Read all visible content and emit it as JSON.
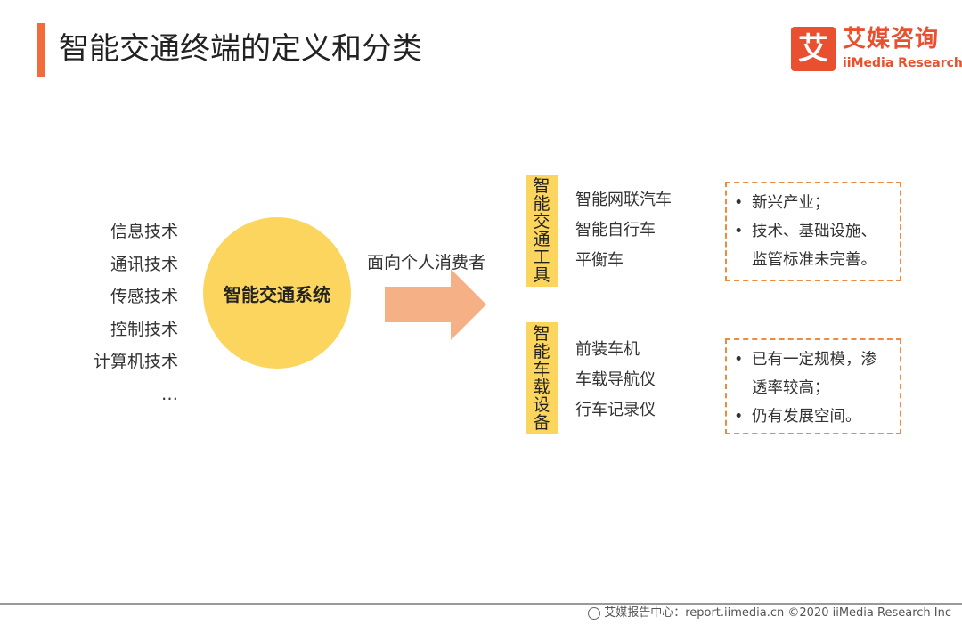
{
  "title": "智能交通终端的定义和分类",
  "logo": {
    "mark": "艾",
    "name_cn": "艾媒咨询",
    "name_en": "iiMedia Research"
  },
  "technologies": [
    "信息技术",
    "通讯技术",
    "传感技术",
    "控制技术",
    "计算机技术",
    "…"
  ],
  "center": "智能交通系统",
  "arrow_label": "面向个人消费者",
  "categories": [
    {
      "label": [
        "智",
        "能",
        "交",
        "通",
        "工",
        "具"
      ],
      "items": [
        "智能网联汽车",
        "智能自行车",
        "平衡车"
      ],
      "notes": [
        "新兴产业；",
        "技术、基础设施、",
        "监管标准未完善。"
      ]
    },
    {
      "label": [
        "智",
        "能",
        "车",
        "载",
        "设",
        "备"
      ],
      "items": [
        "前装车机",
        "车载导航仪",
        "行车记录仪"
      ],
      "notes": [
        "已有一定规模，渗",
        "透率较高；",
        "仍有发展空间。"
      ]
    }
  ],
  "bullet": "•",
  "footer": "艾媒报告中心：report.iimedia.cn  ©2020  iiMedia Research  Inc",
  "colors": {
    "accent": "#f26b3a",
    "yellow": "#fcd55e",
    "arrow": "#f5b185",
    "dash": "#f08a3c",
    "logo": "#e9502f"
  }
}
